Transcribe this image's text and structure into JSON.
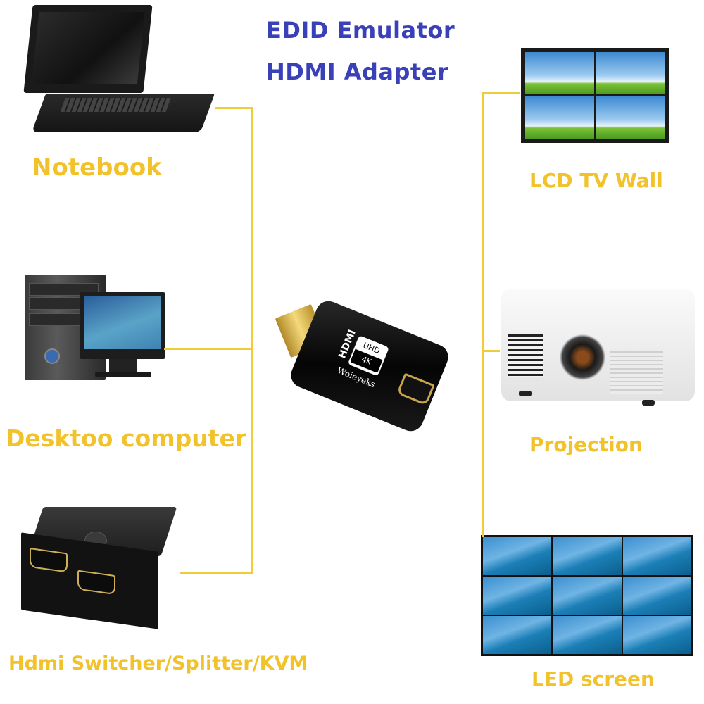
{
  "header": {
    "title_line1": "EDID Emulator",
    "title_line2": "HDMI Adapter"
  },
  "center_device": {
    "name": "HDMI EDID emulator adapter",
    "logo_text": "HDMI",
    "badge_top": "UHD",
    "badge_bottom": "4K",
    "brand": "Woieyeks"
  },
  "sources": [
    {
      "label": "Notebook",
      "icon": "laptop-icon"
    },
    {
      "label": "Desktoo computer",
      "icon": "desktop-computer-icon"
    },
    {
      "label": "Hdmi Switcher/Splitter/KVM",
      "icon": "hdmi-switch-icon"
    }
  ],
  "displays": [
    {
      "label": "LCD TV Wall",
      "icon": "lcd-tv-wall-icon"
    },
    {
      "label": "Projection",
      "icon": "projector-icon"
    },
    {
      "label": "LED screen",
      "icon": "led-screen-icon"
    }
  ],
  "colors": {
    "title": "#3a40b8",
    "label": "#f2c22b",
    "connector_line": "#f0cc3c",
    "background": "#ffffff"
  }
}
